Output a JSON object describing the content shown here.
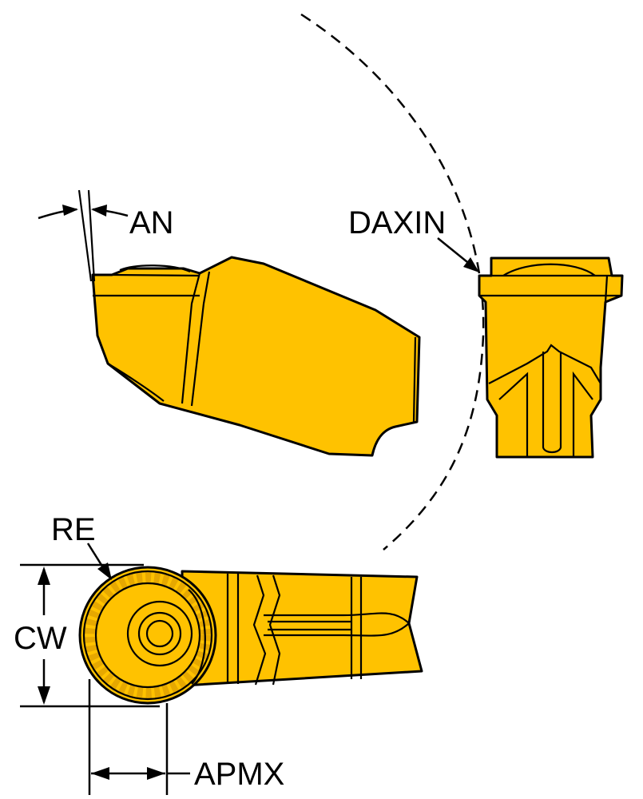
{
  "labels": {
    "an": "AN",
    "daxin": "DAXIN",
    "re": "RE",
    "cw": "CW",
    "apmx": "APMX"
  },
  "colors": {
    "insert_fill": "#FFC200",
    "insert_shade": "#E6A800",
    "outline": "#000000",
    "background": "#FFFFFF"
  }
}
